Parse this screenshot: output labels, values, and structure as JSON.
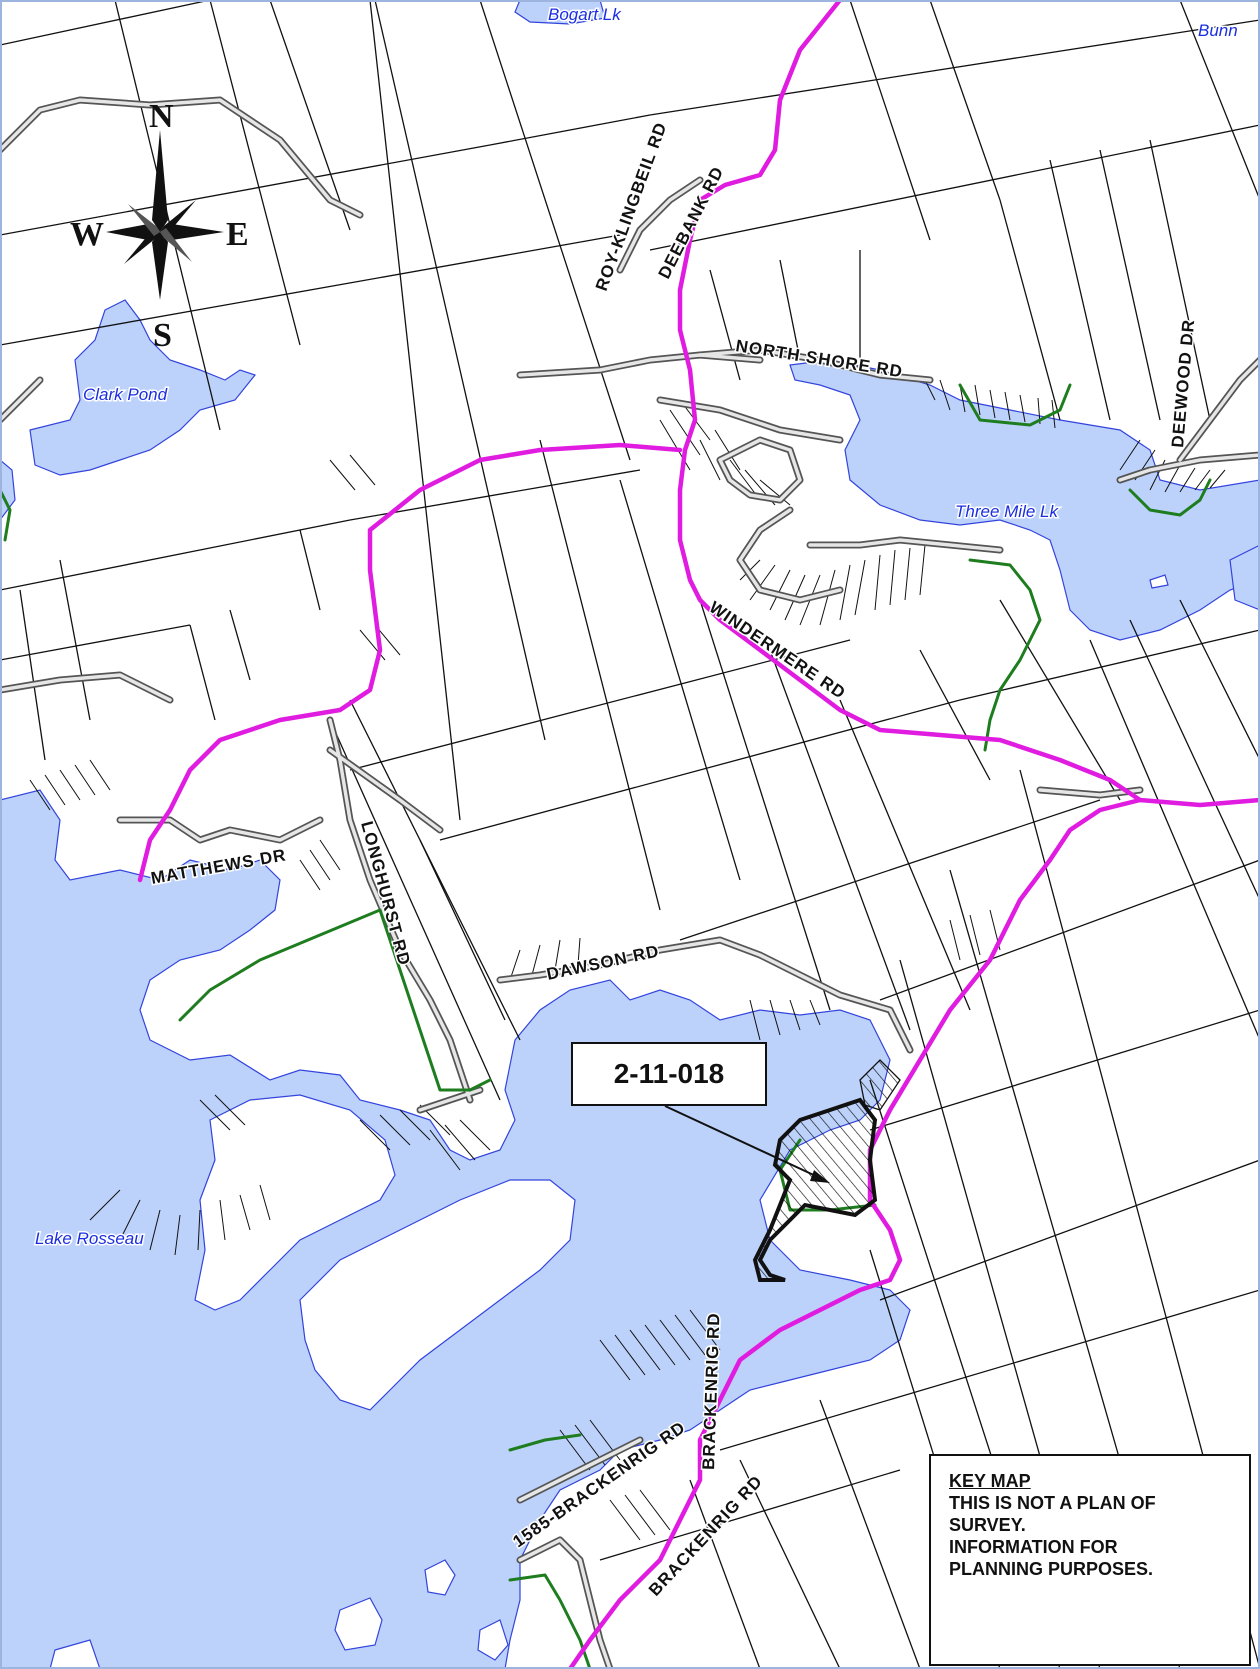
{
  "colors": {
    "water": "#bcd2fb",
    "water_label": "#1a2ee0",
    "highway": "#e01ce0",
    "trail": "#1e7d1e",
    "road_casing": "#555555",
    "road_fill": "#e6e6e6"
  },
  "water_labels": {
    "bogart_lk": "Bogart Lk",
    "bunn": "Bunn",
    "clark_pond": "Clark Pond",
    "three_mile_lk": "Three Mile Lk",
    "lake_rosseau": "Lake Rosseau"
  },
  "road_labels": {
    "roy_klingbeil_rd": "ROY-KLINGBEIL RD",
    "deebank_rd": "DEEBANK RD",
    "north_shore_rd": "NORTH SHORE RD",
    "deewood_dr": "DEEWOOD DR",
    "windermere_rd": "WINDERMERE RD",
    "matthews_dr": "MATTHEWS DR",
    "longhurst_rd": "LONGHURST RD",
    "dawson_rd": "DAWSON RD",
    "brackenrig_rd_1": "BRACKENRIG RD",
    "brackenrig_rd_2": "BRACKENRIG RD",
    "brackenrig_1585": "1585-BRACKENRIG RD"
  },
  "compass": {
    "n": "N",
    "s": "S",
    "e": "E",
    "w": "W"
  },
  "parcel": {
    "id": "2-11-018"
  },
  "key_map": {
    "title": "KEY MAP",
    "line1": "THIS IS NOT A PLAN OF",
    "line2": "SURVEY.",
    "line3": "INFORMATION FOR",
    "line4": "PLANNING PURPOSES."
  }
}
